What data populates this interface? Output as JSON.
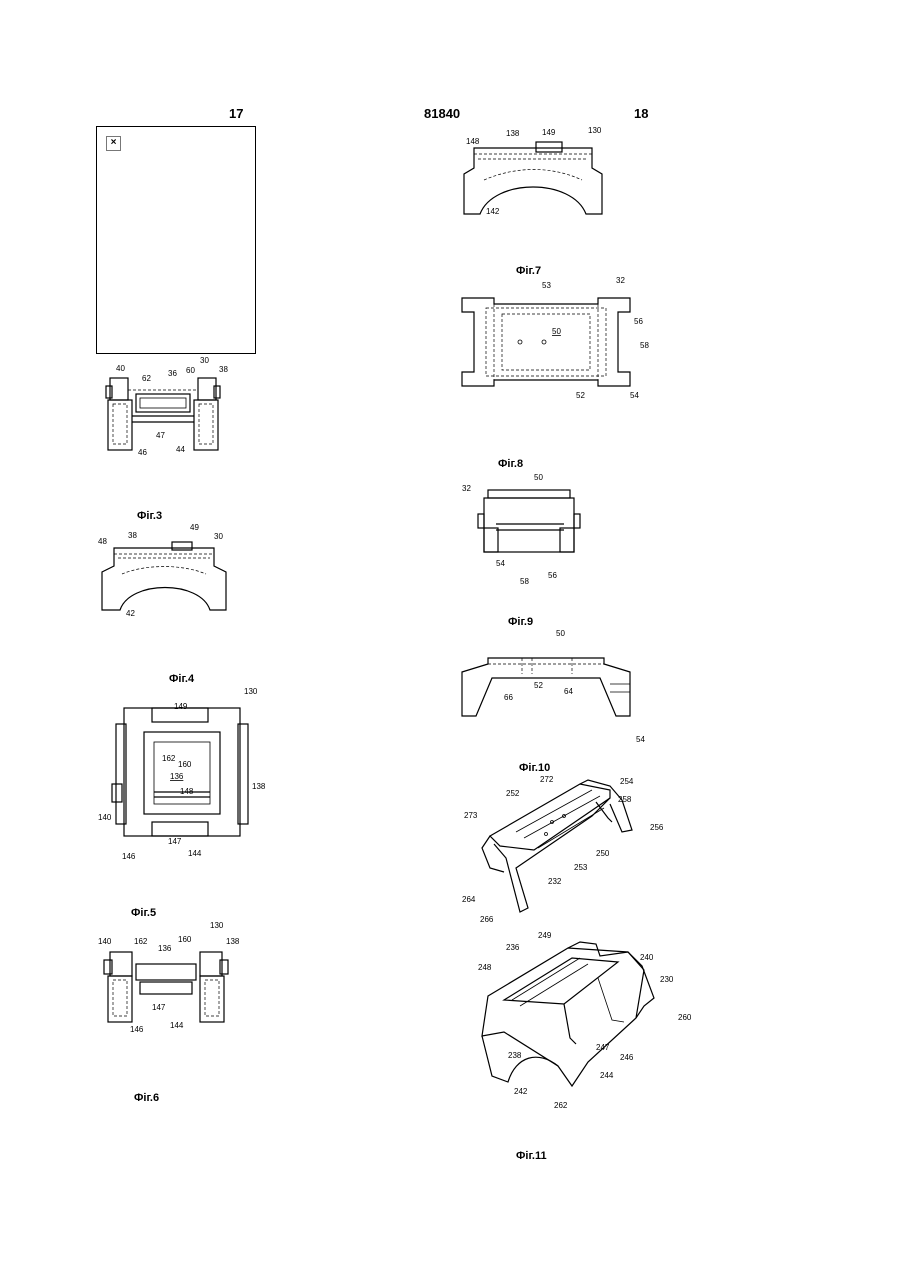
{
  "header": {
    "left_page": "17",
    "doc_number": "81840",
    "right_page": "18"
  },
  "placeholder": {
    "icon": "broken-image-icon",
    "glyph": "×"
  },
  "captions": {
    "fig3": "Фіг.3",
    "fig4": "Фіг.4",
    "fig5": "Фіг.5",
    "fig6": "Фіг.6",
    "fig7": "Фіг.7",
    "fig8": "Фіг.8",
    "fig9": "Фіг.9",
    "fig10": "Фіг.10",
    "fig11": "Фіг.11"
  },
  "labels": {
    "fig3": [
      "40",
      "62",
      "36",
      "30",
      "60",
      "38",
      "47",
      "46",
      "44"
    ],
    "fig4": [
      "48",
      "38",
      "49",
      "30",
      "42"
    ],
    "fig5": [
      "130",
      "149",
      "162",
      "160",
      "136",
      "148",
      "138",
      "140",
      "147",
      "146",
      "144"
    ],
    "fig6": [
      "140",
      "162",
      "136",
      "160",
      "130",
      "138",
      "147",
      "146",
      "144"
    ],
    "fig_top_right": [
      "148",
      "138",
      "149",
      "130",
      "142"
    ],
    "fig7": [
      "53",
      "32",
      "50",
      "56",
      "58",
      "52",
      "54"
    ],
    "fig8": [
      "50",
      "32",
      "54",
      "58",
      "56"
    ],
    "fig9": [
      "50",
      "66",
      "52",
      "64",
      "54"
    ],
    "fig10": [
      "272",
      "254",
      "252",
      "258",
      "273",
      "256",
      "250",
      "253",
      "232",
      "264",
      "266"
    ],
    "fig11": [
      "249",
      "240",
      "236",
      "230",
      "248",
      "260",
      "247",
      "238",
      "246",
      "244",
      "242",
      "262"
    ]
  }
}
